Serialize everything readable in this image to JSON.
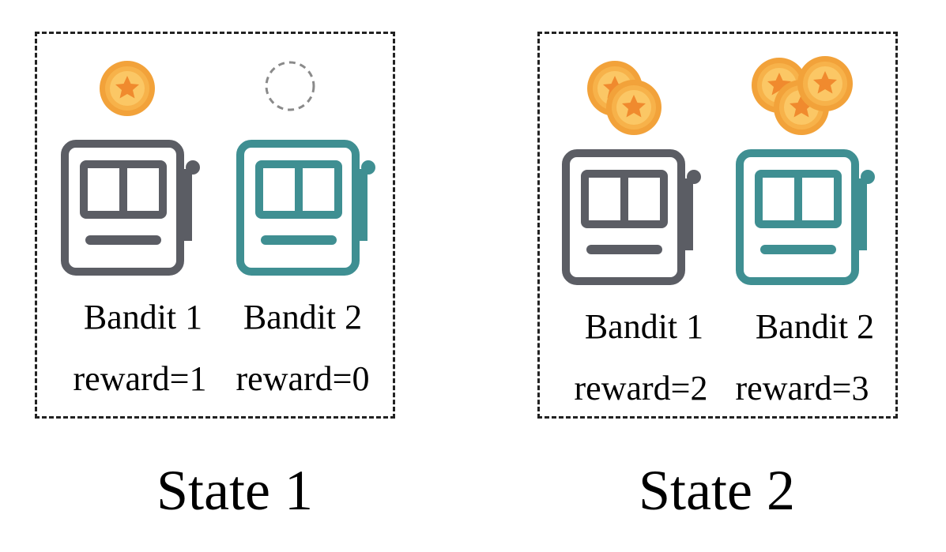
{
  "colors": {
    "bandit1": "#5b5d64",
    "bandit2": "#3f8f92",
    "coin_rim": "#f2a23a",
    "coin_face": "#f7b24a",
    "coin_star": "#f08a2e",
    "empty_coin": "#8a8a8a"
  },
  "states": [
    {
      "title": "State 1",
      "bandits": [
        {
          "label": "Bandit 1",
          "reward": "reward=1",
          "coins": 1,
          "color_key": "bandit1"
        },
        {
          "label": "Bandit 2",
          "reward": "reward=0",
          "coins": 0,
          "color_key": "bandit2"
        }
      ]
    },
    {
      "title": "State 2",
      "bandits": [
        {
          "label": "Bandit 1",
          "reward": "reward=2",
          "coins": 2,
          "color_key": "bandit1"
        },
        {
          "label": "Bandit 2",
          "reward": "reward=3",
          "coins": 3,
          "color_key": "bandit2"
        }
      ]
    }
  ],
  "icons": {
    "machine": "slot-machine-icon",
    "coin": "coin-icon",
    "empty": "empty-coin-placeholder-icon"
  }
}
